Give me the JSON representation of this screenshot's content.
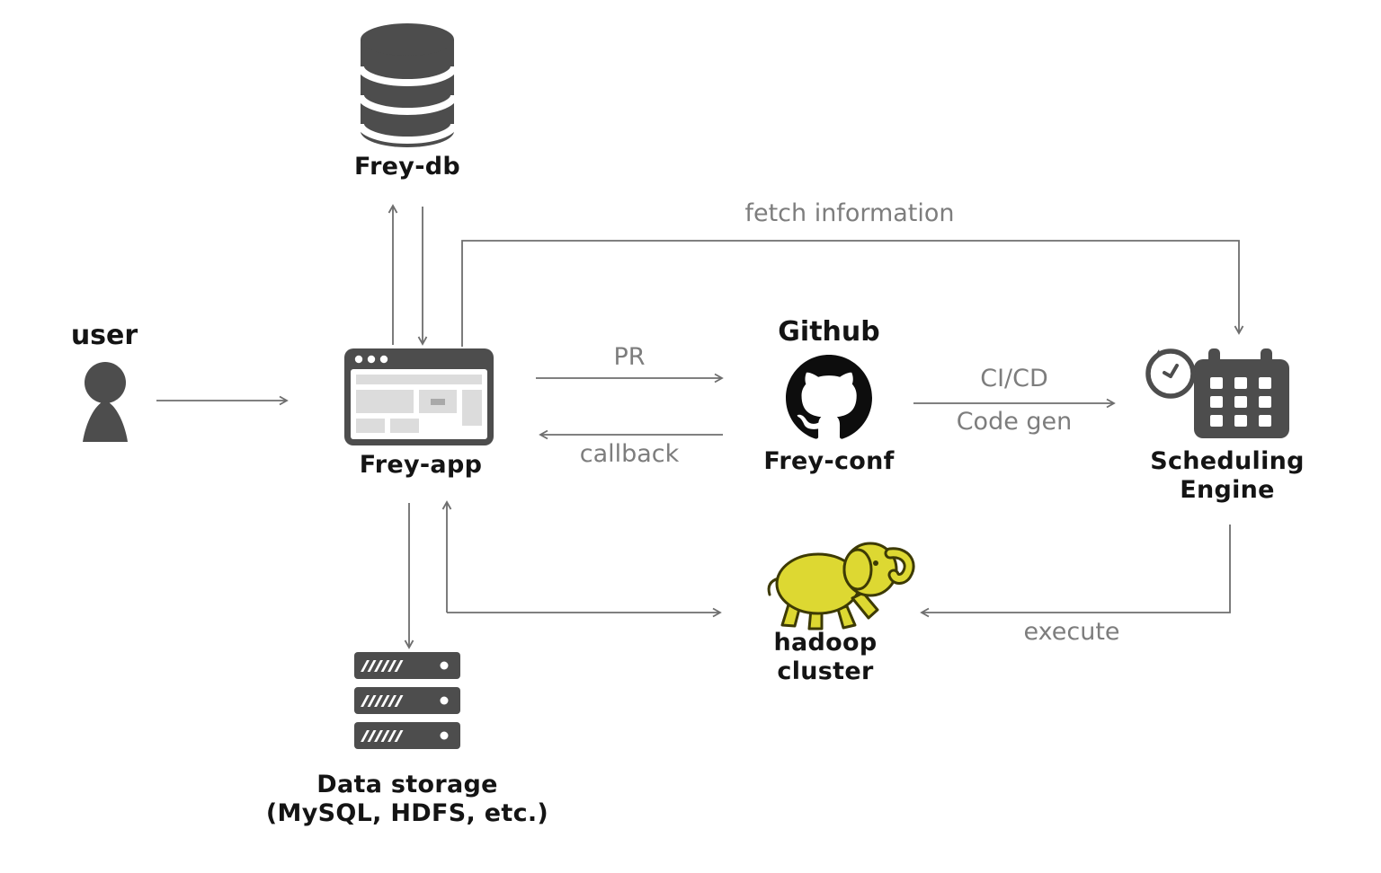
{
  "diagram": {
    "nodes": {
      "user": {
        "label": "user"
      },
      "frey_db": {
        "label": "Frey-db"
      },
      "frey_app": {
        "label": "Frey-app"
      },
      "github": {
        "title": "Github",
        "label": "Frey-conf"
      },
      "scheduling_engine": {
        "label_line1": "Scheduling",
        "label_line2": "Engine"
      },
      "hadoop_cluster": {
        "label_line1": "hadoop",
        "label_line2": "cluster"
      },
      "data_storage": {
        "label_line1": "Data storage",
        "label_line2": "(MySQL, HDFS, etc.)"
      }
    },
    "edges": {
      "frey_app_to_scheduling": {
        "label": "fetch information"
      },
      "frey_app_to_github": {
        "label": "PR"
      },
      "github_to_frey_app": {
        "label": "callback"
      },
      "github_to_scheduling": {
        "label_line1": "CI/CD",
        "label_line2": "Code gen"
      },
      "scheduling_to_hadoop": {
        "label": "execute"
      }
    }
  },
  "colors": {
    "background": "#ffffff",
    "icon_gray": "#4d4d4d",
    "arrow_gray": "#6e6e6e",
    "edge_label_gray": "#7d7d7d",
    "node_text": "#141414",
    "github_black": "#0d0d0d",
    "hadoop_yellow": "#ddd832",
    "hadoop_outline": "#3d3a05"
  }
}
